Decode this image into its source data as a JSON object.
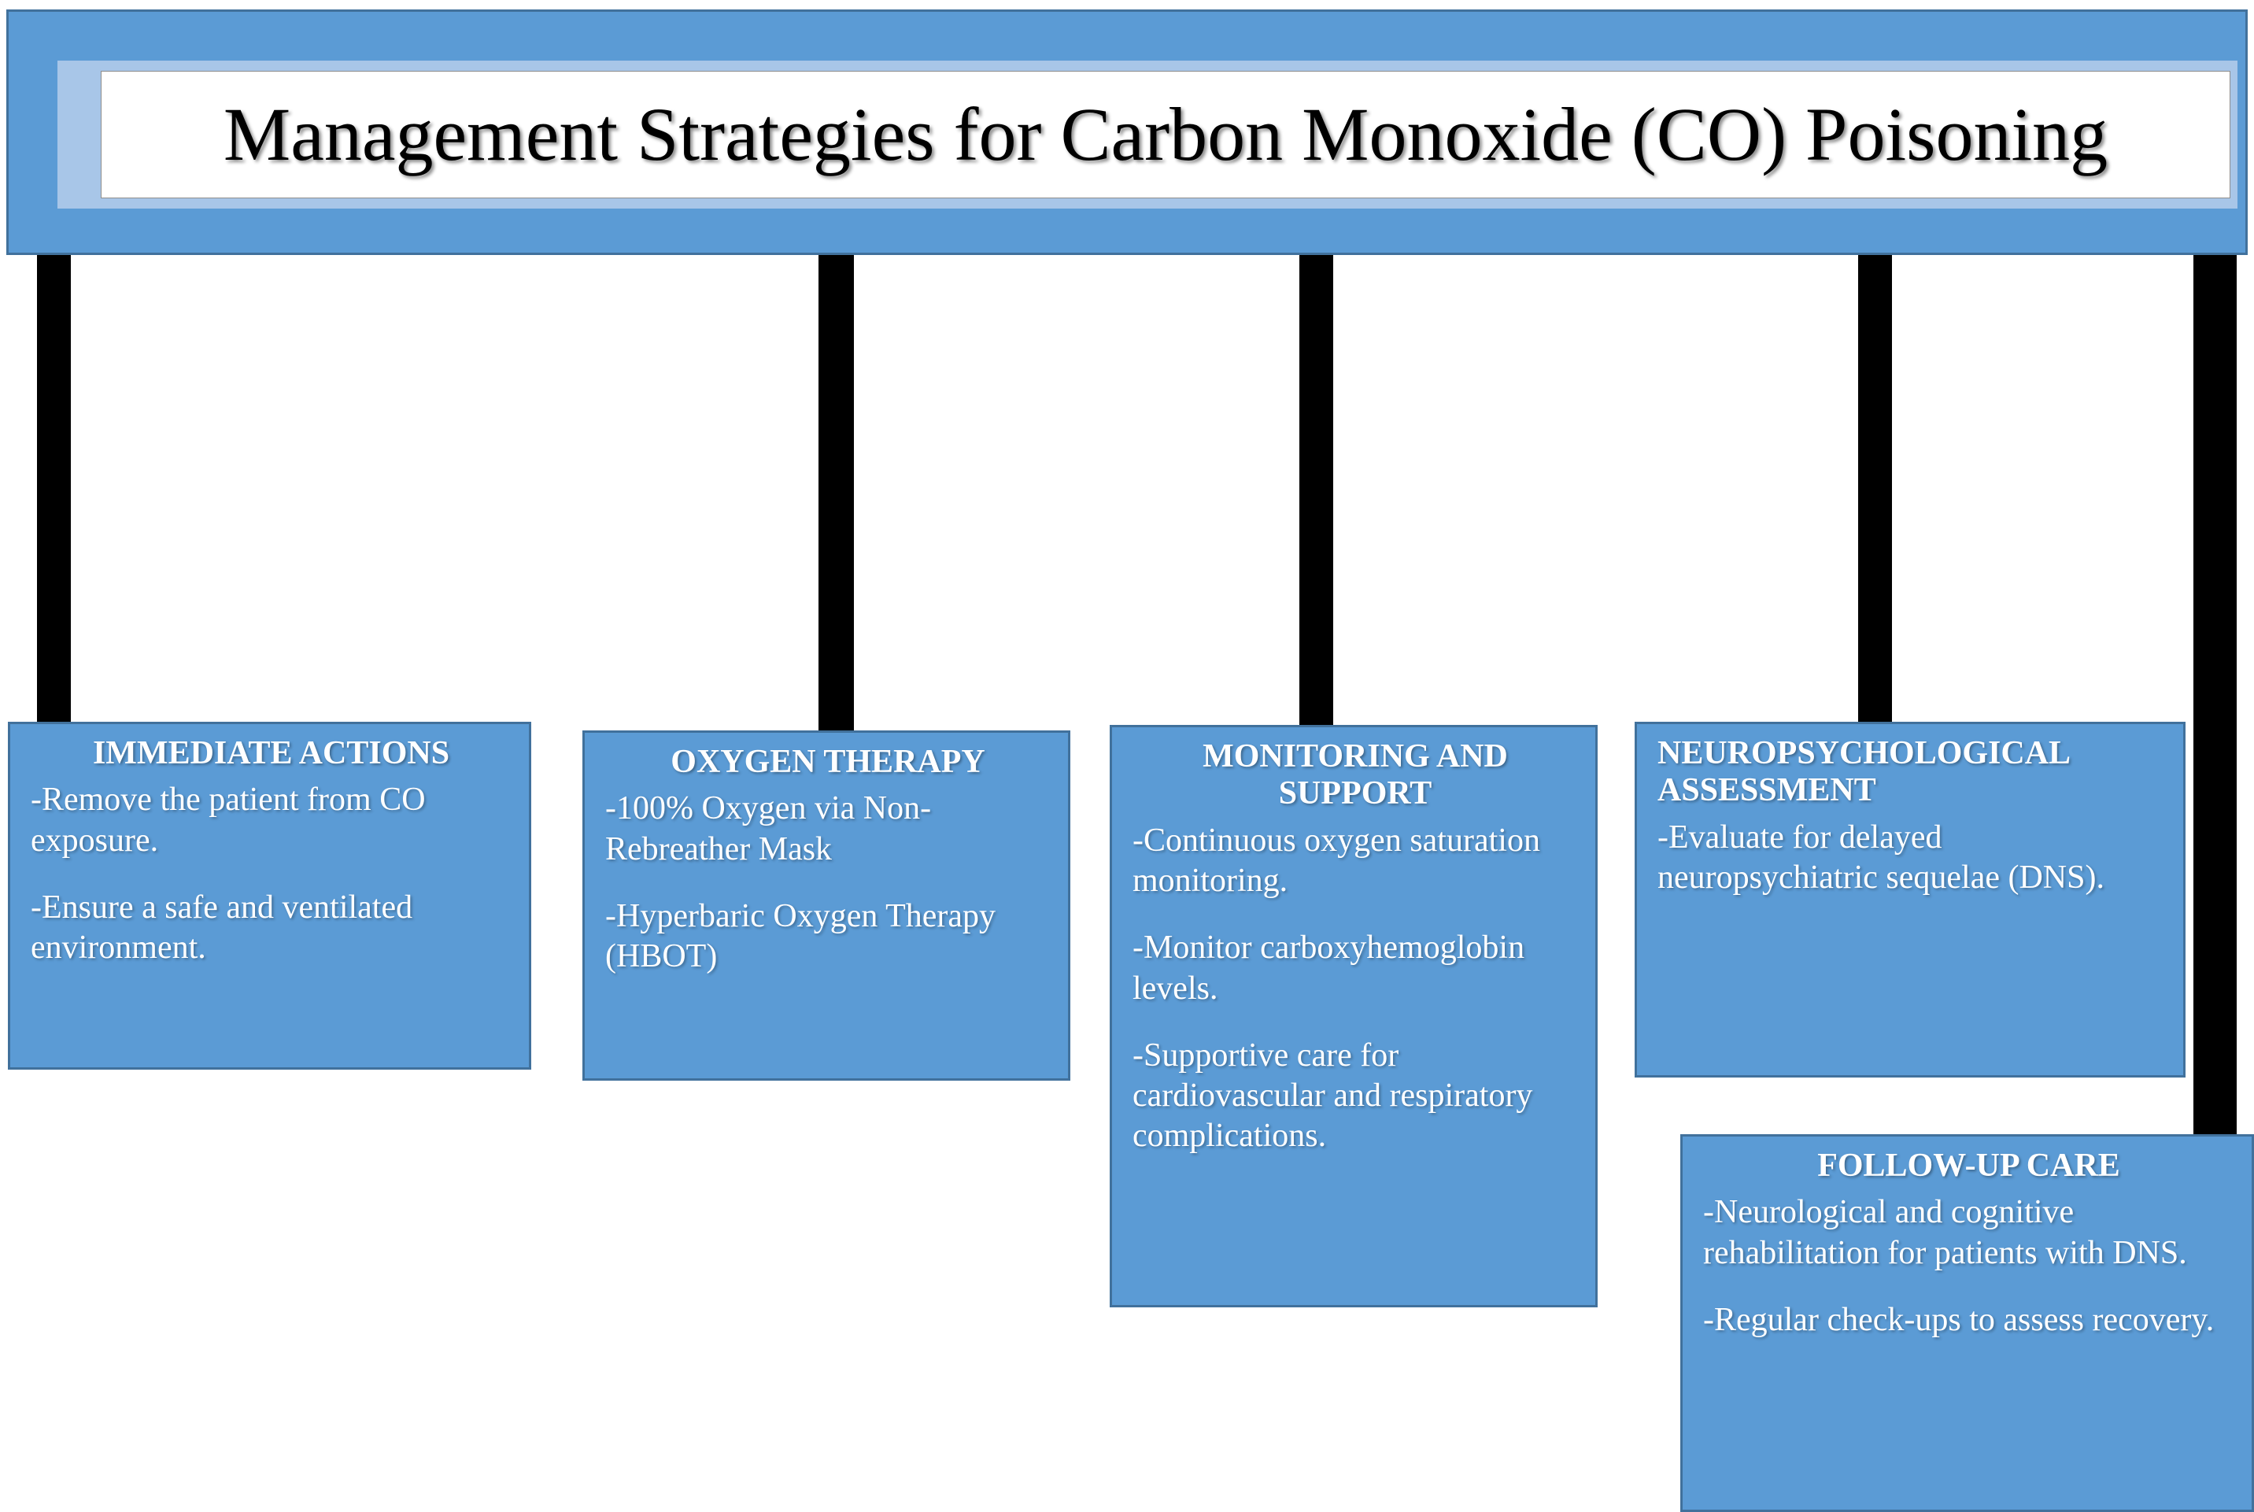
{
  "header": {
    "title": "Management Strategies for Carbon Monoxide (CO) Poisoning"
  },
  "colors": {
    "box_fill": "#5B9BD5",
    "box_border": "#41719C",
    "header_inner_frame": "#A8C6E8",
    "header_text_box": "#FFFFFF",
    "connector_line": "#000000",
    "text_on_box": "#FFFFFF",
    "title_text": "#000000"
  },
  "boxes": [
    {
      "id": "immediate-actions",
      "title": "IMMEDIATE ACTIONS",
      "title_align": "center",
      "bullets": [
        "-Remove the patient from CO exposure.",
        "-Ensure a safe and ventilated environment."
      ]
    },
    {
      "id": "oxygen-therapy",
      "title": "OXYGEN THERAPY",
      "title_align": "center",
      "bullets": [
        "-100% Oxygen via Non-Rebreather Mask",
        "-Hyperbaric Oxygen Therapy (HBOT)"
      ]
    },
    {
      "id": "monitoring-and-support",
      "title": "MONITORING AND SUPPORT",
      "title_align": "center",
      "bullets": [
        "-Continuous oxygen saturation monitoring.",
        "-Monitor carboxyhemoglobin levels.",
        "-Supportive care for cardiovascular and respiratory complications."
      ]
    },
    {
      "id": "neuropsychological-assessment",
      "title": "NEUROPSYCHOLOGICAL ASSESSMENT",
      "title_align": "left",
      "bullets": [
        "-Evaluate for delayed neuropsychiatric sequelae (DNS)."
      ]
    },
    {
      "id": "follow-up-care",
      "title": "FOLLOW-UP CARE",
      "title_align": "center",
      "bullets": [
        "-Neurological and cognitive rehabilitation for patients with DNS.",
        "-Regular check-ups to assess recovery."
      ]
    }
  ],
  "connectors": [
    {
      "id": "connector-1",
      "target": "immediate-actions"
    },
    {
      "id": "connector-2",
      "target": "oxygen-therapy"
    },
    {
      "id": "connector-3",
      "target": "monitoring-and-support"
    },
    {
      "id": "connector-4",
      "target": "neuropsychological-assessment"
    },
    {
      "id": "connector-5",
      "target": "follow-up-care"
    }
  ]
}
